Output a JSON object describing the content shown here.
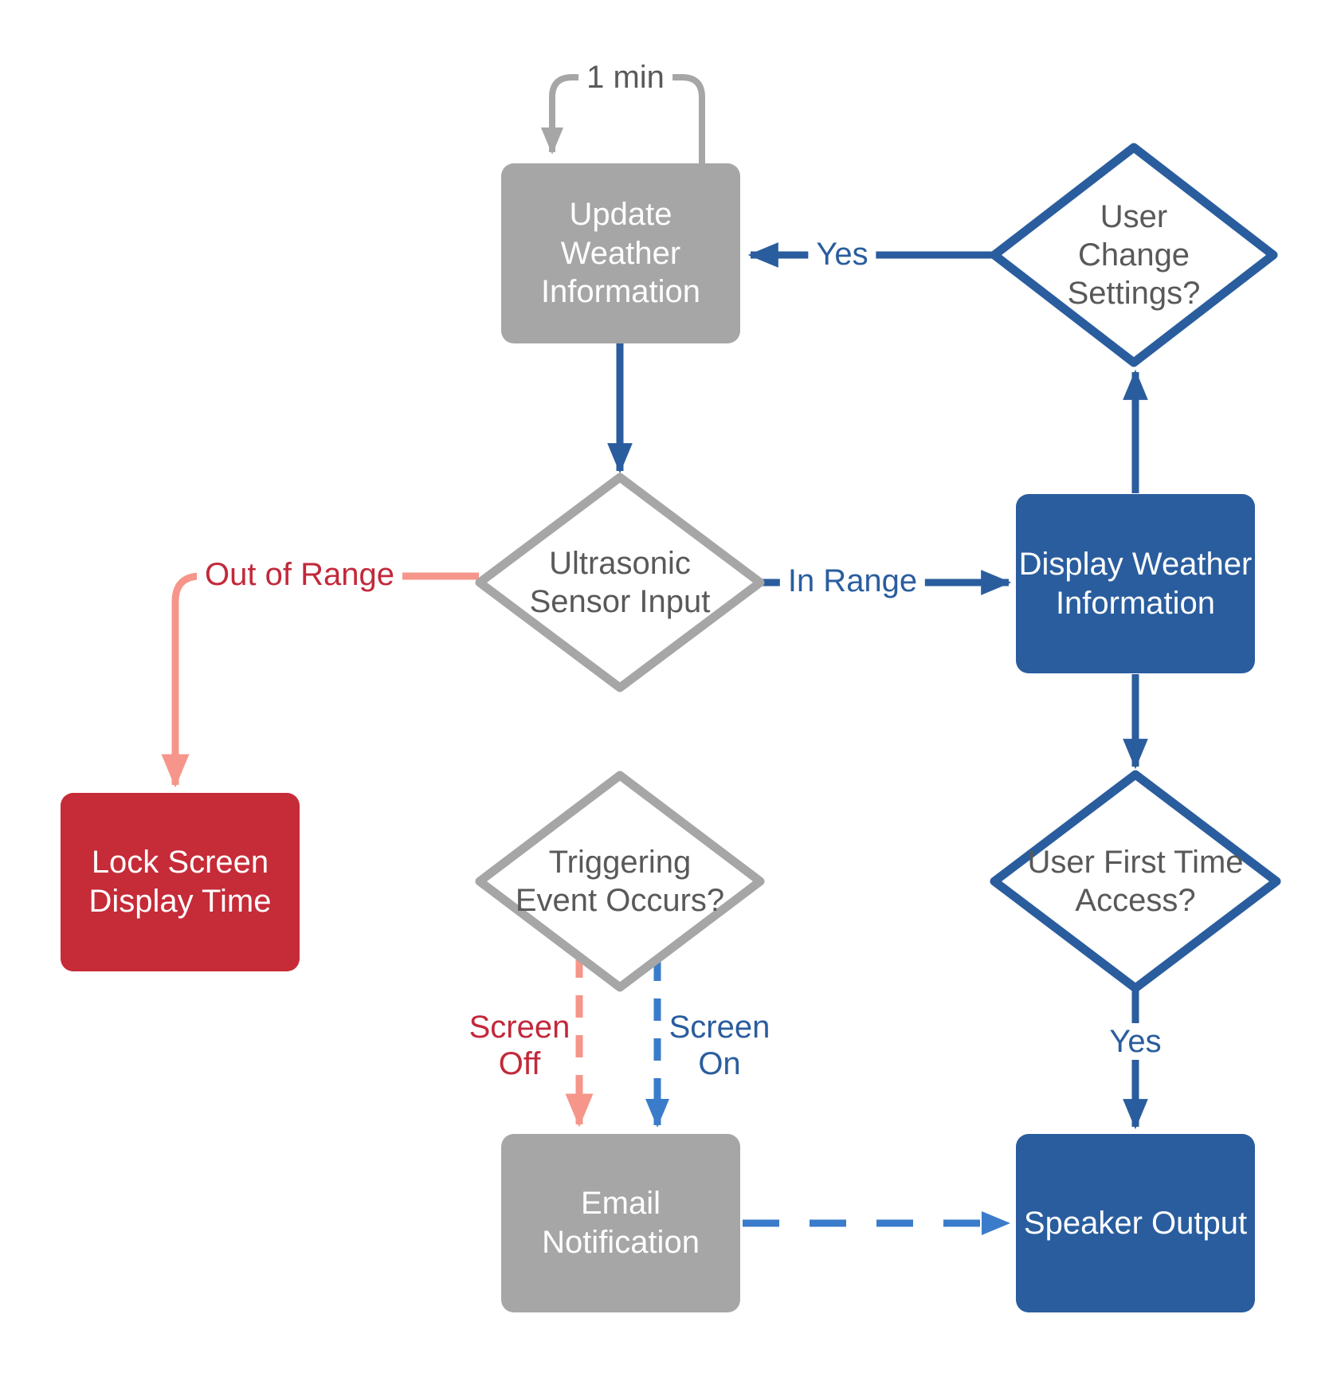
{
  "title": "Weather station logic flowchart",
  "colors": {
    "blue": "#2a5d9e",
    "bright_blue": "#3b7cca",
    "gray": "#a6a6a6",
    "red": "#c62b38",
    "salmon": "#f6968a",
    "text_gray": "#595959",
    "red_text": "#c2293a"
  },
  "nodes": {
    "update_weather": {
      "type": "process",
      "label": "Update\nWeather\nInformation"
    },
    "user_change_settings": {
      "type": "decision",
      "label": "User\nChange\nSettings?"
    },
    "ultrasonic_sensor": {
      "type": "decision",
      "label": "Ultrasonic\nSensor Input"
    },
    "display_weather": {
      "type": "process",
      "label": "Display Weather\nInformation"
    },
    "lock_screen": {
      "type": "process",
      "label": "Lock Screen\nDisplay Time"
    },
    "triggering_event": {
      "type": "decision",
      "label": "Triggering\nEvent Occurs?"
    },
    "user_first_time": {
      "type": "decision",
      "label": "User First Time\nAccess?"
    },
    "email_notification": {
      "type": "process",
      "label": "Email\nNotification"
    },
    "speaker_output": {
      "type": "process",
      "label": "Speaker Output"
    }
  },
  "edge_labels": {
    "one_min": "1 min",
    "yes_change": "Yes",
    "in_range": "In Range",
    "out_of_range": "Out of Range",
    "yes_first_time": "Yes",
    "screen_off": "Screen\nOff",
    "screen_on": "Screen\nOn"
  }
}
